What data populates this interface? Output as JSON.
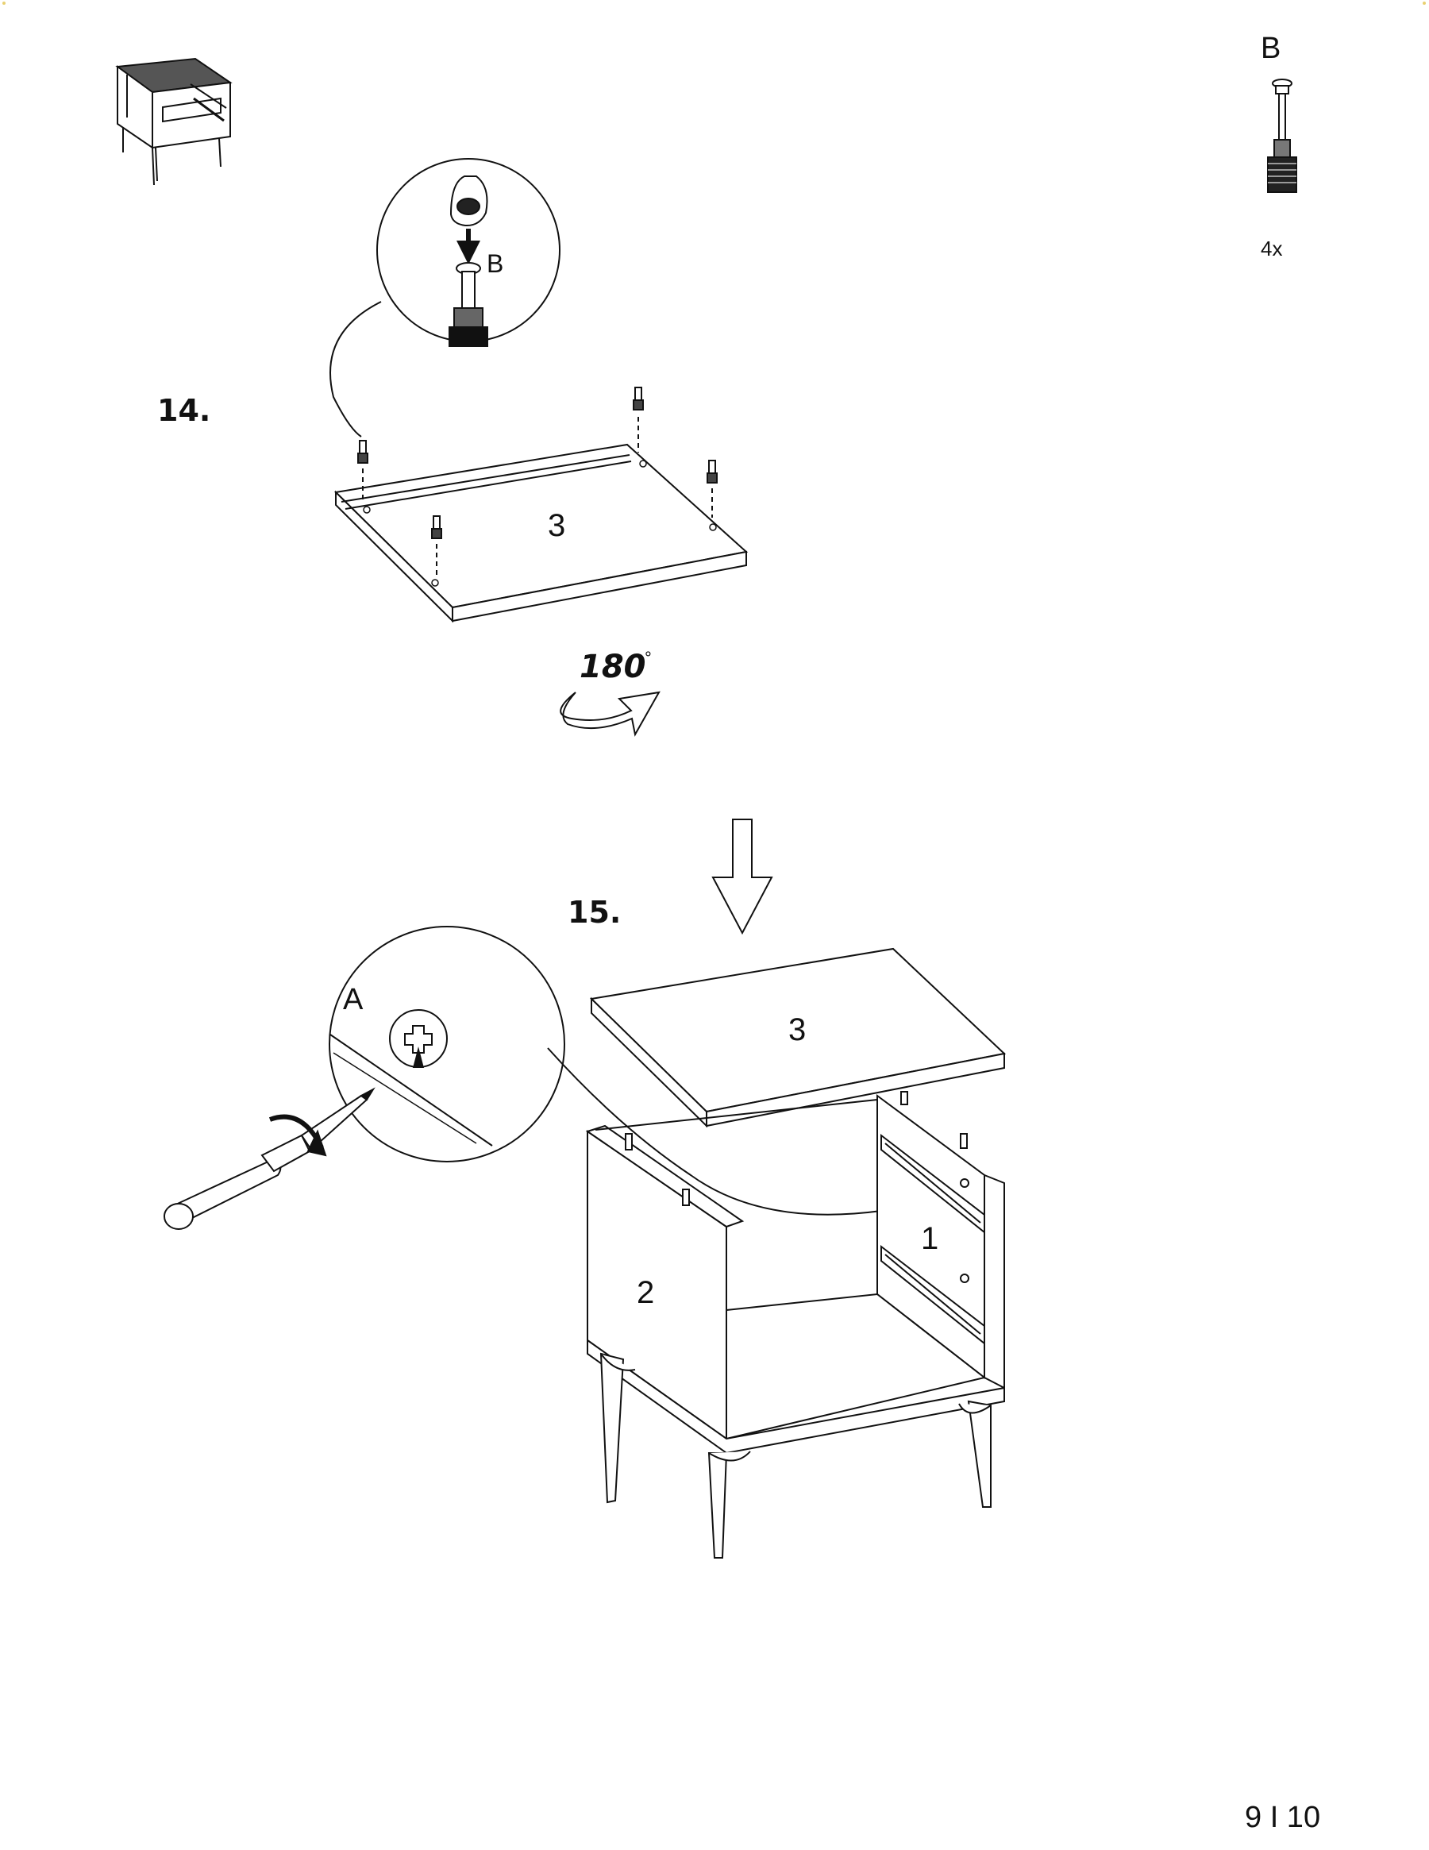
{
  "parts_box": {
    "part_label": "B",
    "quantity": "4x"
  },
  "step14": {
    "number": "14.",
    "zoom_label": "B",
    "board_label": "3",
    "rotation": "180",
    "degree_symbol": "°"
  },
  "step15": {
    "number": "15.",
    "zoom_label": "A",
    "top_panel_label": "3",
    "side_right_label": "1",
    "side_left_label": "2"
  },
  "page_number": "9 I 10",
  "colors": {
    "line": "#111111",
    "panel_top": "#555555",
    "background": "#ffffff"
  }
}
